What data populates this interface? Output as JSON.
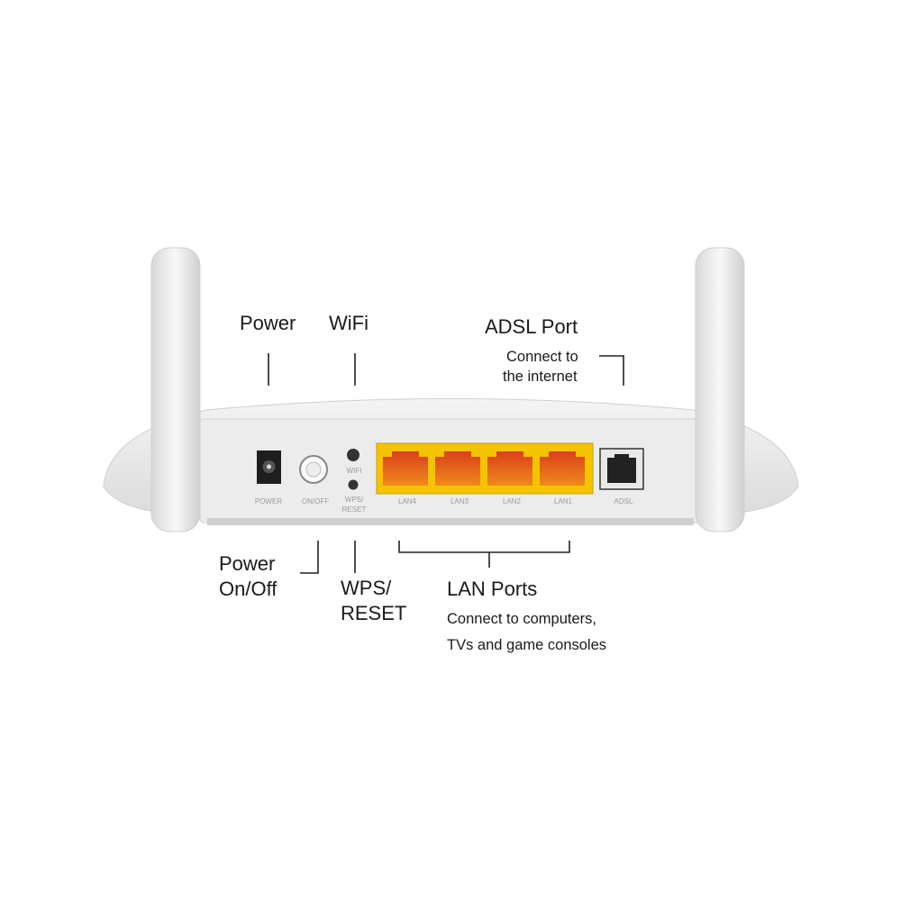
{
  "labels": {
    "power": "Power",
    "wifi": "WiFi",
    "adsl_title": "ADSL Port",
    "adsl_desc_1": "Connect to",
    "adsl_desc_2": "the internet",
    "power_onoff_1": "Power",
    "power_onoff_2": "On/Off",
    "wps_1": "WPS/",
    "wps_2": "RESET",
    "lan_title": "LAN Ports",
    "lan_desc_1": "Connect to computers,",
    "lan_desc_2": "TVs and game consoles"
  },
  "device_labels": {
    "power": "POWER",
    "onoff": "ON/OFF",
    "wifi": "WIFI",
    "wps_1": "WPS/",
    "wps_2": "RESET",
    "lan4": "LAN4",
    "lan3": "LAN3",
    "lan2": "LAN2",
    "lan1": "LAN1",
    "adsl": "ADSL"
  },
  "colors": {
    "lan_panel": "#f5c400",
    "lan_port": "#e8761a"
  }
}
